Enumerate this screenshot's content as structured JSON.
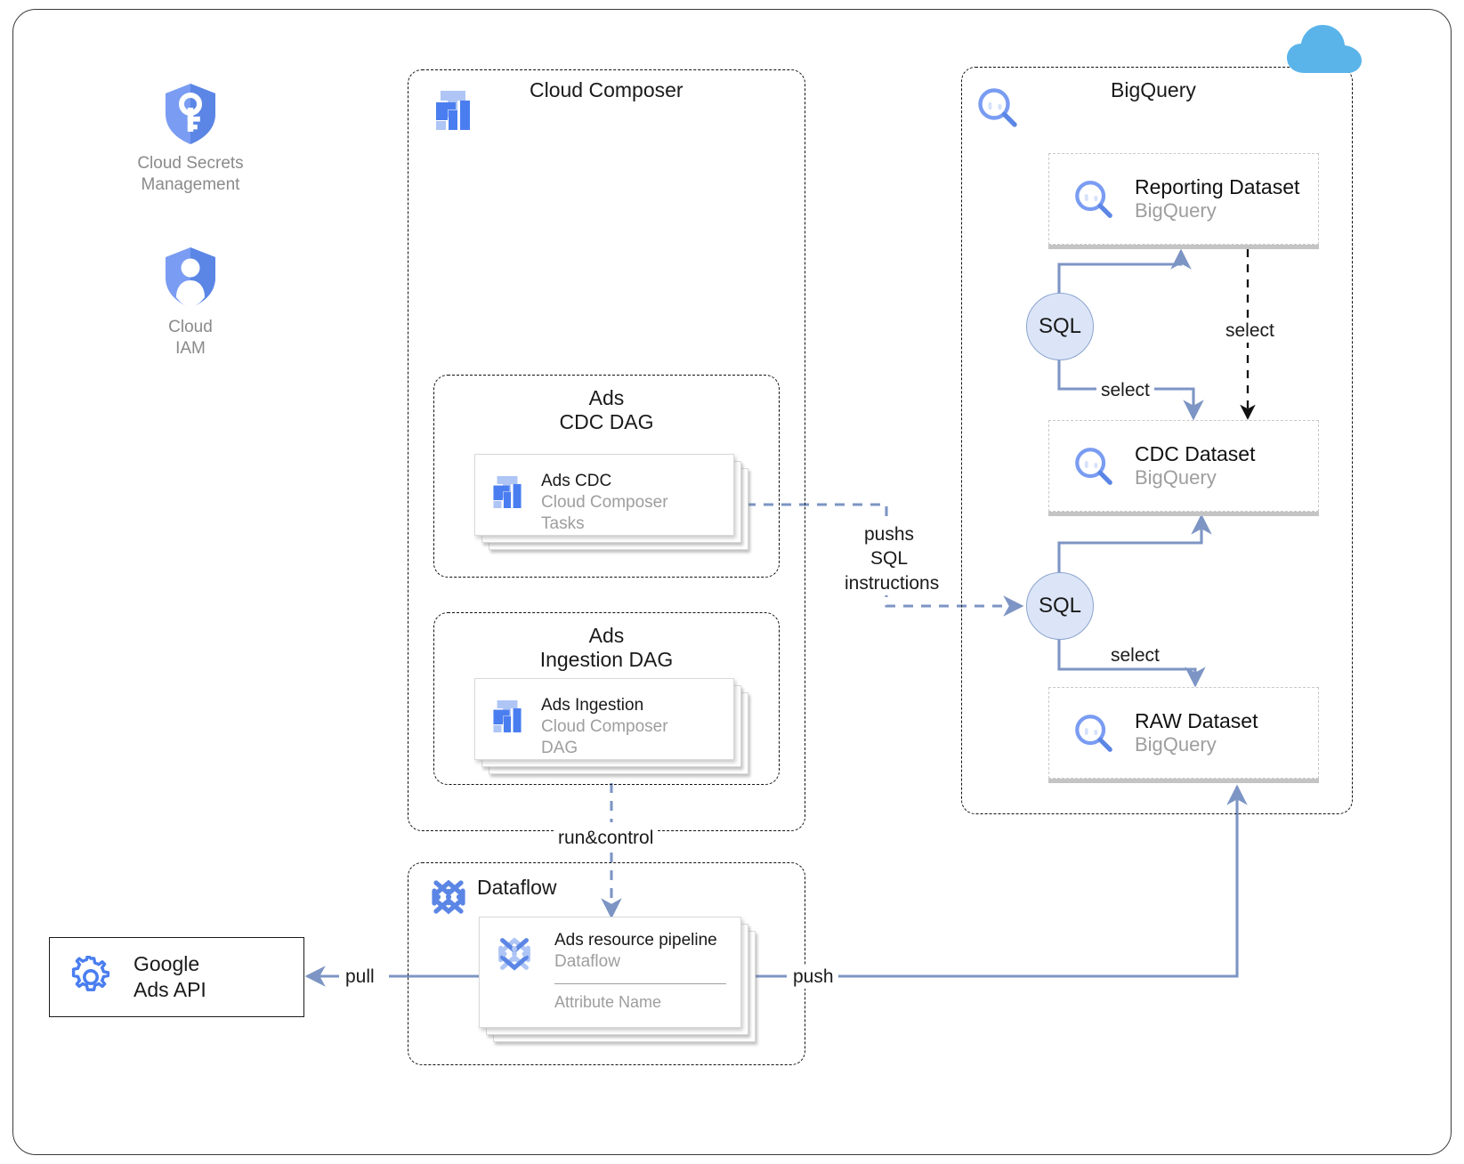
{
  "diagram": {
    "title": "Google Ads data pipeline on Google Cloud",
    "colors": {
      "accent_blue": "#5b86e5",
      "icon_blue": "#4a7ef0",
      "light_blue": "#aec5f5",
      "cloud_blue": "#5ab4ea",
      "connector_blue": "#7d95c4",
      "sql_fill": "#dce5f7",
      "sql_stroke": "#8ba4cf",
      "muted_text": "#9e9e9e",
      "dark_text": "#1a1a1a",
      "dashed_border": "#111111"
    }
  },
  "services": [
    {
      "label": "Cloud Secrets\nManagement",
      "icon": "shield-key-icon"
    },
    {
      "label": "Cloud\nIAM",
      "icon": "shield-person-icon"
    }
  ],
  "groups": {
    "composer": {
      "title": "Cloud Composer",
      "icon": "cloud-composer-icon"
    },
    "bigquery": {
      "title": "BigQuery",
      "icon": "bigquery-icon"
    },
    "dataflow": {
      "title": "Dataflow",
      "icon": "dataflow-icon"
    },
    "cdc_dag": {
      "title": "Ads\nCDC DAG"
    },
    "ingestion_dag": {
      "title": "Ads\nIngestion DAG"
    }
  },
  "cards": {
    "ads_cdc": {
      "title": "Ads CDC",
      "subtitle": "Cloud Composer",
      "subtitle2": "Tasks",
      "icon": "cloud-composer-icon"
    },
    "ads_ingestion": {
      "title": "Ads Ingestion",
      "subtitle": "Cloud Composer",
      "subtitle2": "DAG",
      "icon": "cloud-composer-icon"
    },
    "ads_pipeline": {
      "title": "Ads resource pipeline",
      "subtitle": "Dataflow",
      "attribute": "Attribute Name",
      "icon": "dataflow-icon"
    }
  },
  "datasets": [
    {
      "title": "Reporting Dataset",
      "subtitle": "BigQuery",
      "icon": "bigquery-icon"
    },
    {
      "title": "CDC Dataset",
      "subtitle": "BigQuery",
      "icon": "bigquery-icon"
    },
    {
      "title": "RAW Dataset",
      "subtitle": "BigQuery",
      "icon": "bigquery-icon"
    }
  ],
  "sql_nodes": [
    {
      "label": "SQL"
    },
    {
      "label": "SQL"
    }
  ],
  "external": {
    "google_ads_api": {
      "line1": "Google",
      "line2": "Ads API",
      "icon": "gear-icon"
    }
  },
  "edges": {
    "pushs_sql": "pushs\nSQL\ninstructions",
    "select_top": "select",
    "select_right": "select",
    "select_bottom": "select",
    "run_control": "run&control",
    "pull": "pull",
    "push": "push"
  }
}
